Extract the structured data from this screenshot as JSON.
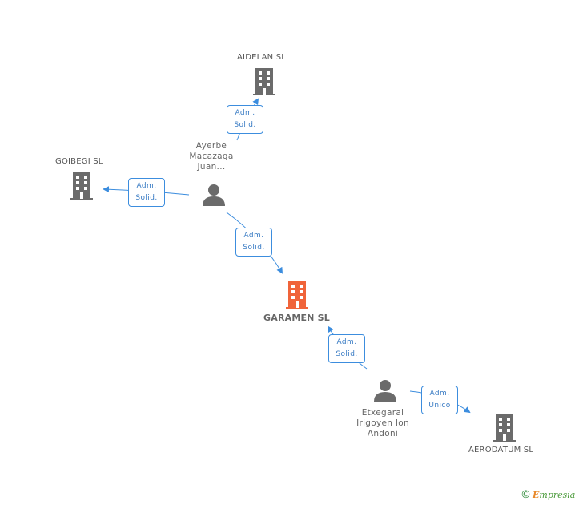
{
  "companies": {
    "aidelan": {
      "name": "AIDELAN SL"
    },
    "goibegi": {
      "name": "GOIBEGI SL"
    },
    "garamen": {
      "name": "GARAMEN SL"
    },
    "aerodatum": {
      "name": "AERODATUM SL"
    }
  },
  "persons": {
    "ayerbe": {
      "lines": [
        "Ayerbe",
        "Macazaga",
        "Juan..."
      ]
    },
    "etxegarai": {
      "lines": [
        "Etxegarai",
        "Irigoyen Ion",
        "Andoni"
      ]
    }
  },
  "roles": {
    "to_aidelan": [
      "Adm.",
      "Solid."
    ],
    "to_goibegi": [
      "Adm.",
      "Solid."
    ],
    "to_garamen": [
      "Adm.",
      "Solid."
    ],
    "etx_garamen": [
      "Adm.",
      "Solid."
    ],
    "to_aerodatum": [
      "Adm.",
      "Unico"
    ]
  },
  "colors": {
    "company_icon": "#6b6b6b",
    "main_company_icon": "#f0643a",
    "person_icon": "#6b6b6b",
    "edge": "#3c8dde"
  },
  "brand": {
    "symbol": "©",
    "initial": "E",
    "rest": "mpresia"
  }
}
